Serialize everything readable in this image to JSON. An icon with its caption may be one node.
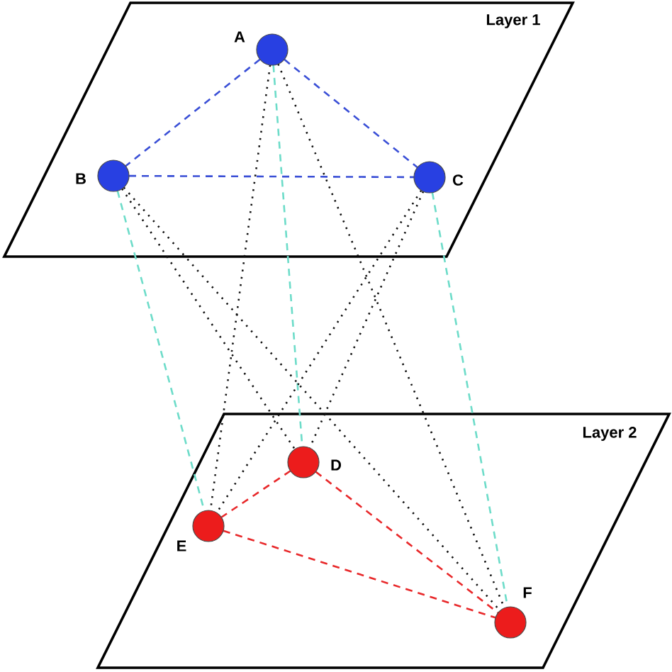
{
  "diagram": {
    "nodes": [
      {
        "text": [
          "Layer 1"
        ]
      },
      {
        "text": [],
        "shape": "circle",
        "beside": [
          "A"
        ],
        "in": 0
      },
      {
        "text": [],
        "shape": "circle",
        "beside": [
          "B"
        ],
        "in": 0
      },
      {
        "text": [],
        "shape": "circle",
        "beside": [
          "C"
        ],
        "in": 0
      },
      {
        "text": [
          "Layer 2"
        ]
      },
      {
        "text": [],
        "shape": "circle",
        "beside": [
          "D"
        ],
        "in": 4
      },
      {
        "text": [],
        "shape": "circle",
        "beside": [
          "E"
        ],
        "in": 4
      },
      {
        "text": [],
        "shape": "circle",
        "beside": [
          "F"
        ],
        "in": 4
      }
    ],
    "edges": [
      {
        "from": 1,
        "to": 2,
        "arrow": "none",
        "style": "dashed",
        "color": "#3a4fd6"
      },
      {
        "from": 1,
        "to": 3,
        "arrow": "none",
        "style": "dashed",
        "color": "#3a4fd6"
      },
      {
        "from": 2,
        "to": 3,
        "arrow": "none",
        "style": "dashed",
        "color": "#3a4fd6"
      },
      {
        "from": 5,
        "to": 6,
        "arrow": "none",
        "style": "dashed",
        "color": "#e8282a"
      },
      {
        "from": 6,
        "to": 7,
        "arrow": "none",
        "style": "dashed",
        "color": "#e8282a"
      },
      {
        "from": 5,
        "to": 7,
        "arrow": "none",
        "style": "dashed",
        "color": "#e8282a"
      },
      {
        "from": 1,
        "to": 5,
        "arrow": "none",
        "style": "dashed",
        "color": "#6ddcc9"
      },
      {
        "from": 2,
        "to": 6,
        "arrow": "none",
        "style": "dashed",
        "color": "#6ddcc9"
      },
      {
        "from": 3,
        "to": 7,
        "arrow": "none",
        "style": "dashed",
        "color": "#6ddcc9"
      },
      {
        "from": 1,
        "to": 6,
        "arrow": "none",
        "color": "#111111"
      },
      {
        "from": 1,
        "to": 7,
        "arrow": "none",
        "color": "#111111"
      },
      {
        "from": 2,
        "to": 5,
        "arrow": "none",
        "color": "#111111"
      },
      {
        "from": 2,
        "to": 7,
        "arrow": "none",
        "color": "#111111"
      },
      {
        "from": 3,
        "to": 5,
        "arrow": "none",
        "color": "#111111"
      },
      {
        "from": 3,
        "to": 6,
        "arrow": "none",
        "color": "#111111"
      }
    ]
  }
}
